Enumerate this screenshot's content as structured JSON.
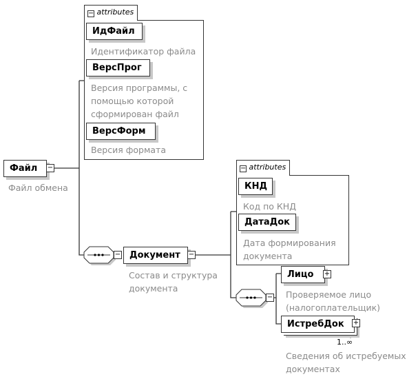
{
  "root": {
    "name": "Файл",
    "description": "Файл обмена"
  },
  "root_attributes": {
    "tab_label": "attributes",
    "items": [
      {
        "name": "ИдФайл",
        "description": [
          "Идентификатор файла"
        ]
      },
      {
        "name": "ВерсПрог",
        "description": [
          "Версия программы, с",
          "помощью которой",
          "сформирован файл"
        ]
      },
      {
        "name": "ВерсФорм",
        "description": [
          "Версия формата"
        ]
      }
    ]
  },
  "document": {
    "name": "Документ",
    "description": [
      "Состав и структура",
      "документа"
    ]
  },
  "document_attributes": {
    "tab_label": "attributes",
    "items": [
      {
        "name": "КНД",
        "description": [
          "Код по КНД"
        ]
      },
      {
        "name": "ДатаДок",
        "description": [
          "Дата формирования",
          "документа"
        ]
      }
    ]
  },
  "children": [
    {
      "name": "Лицо",
      "description": [
        "Проверяемое лицо",
        "(налогоплательщик)"
      ]
    },
    {
      "name": "ИстребДок",
      "cardinality": "1..∞",
      "description": [
        "Сведения об истребуемых",
        "документах"
      ]
    }
  ],
  "icons": {
    "collapse": "−",
    "expand": "+"
  }
}
